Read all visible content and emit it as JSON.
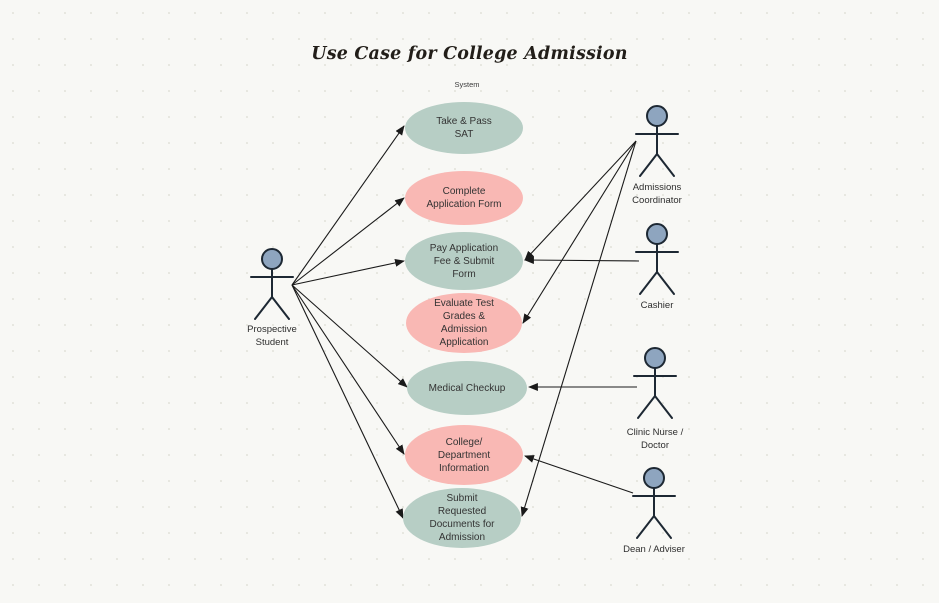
{
  "title": "Use Case for College Admission",
  "system_label": "System",
  "colors": {
    "use_case_green": "#b7cec5",
    "use_case_pink": "#f9b8b4",
    "actor_head_fill": "#8ea5bf",
    "actor_stroke": "#1d2833",
    "connector": "#1a1a1a",
    "background": "#f8f8f5",
    "title_text": "#221e19"
  },
  "actors": [
    {
      "id": "prospective-student",
      "label": "Prospective\nStudent"
    },
    {
      "id": "admissions-coordinator",
      "label": "Admissions\nCoordinator"
    },
    {
      "id": "cashier",
      "label": "Cashier"
    },
    {
      "id": "clinic-nurse-doctor",
      "label": "Clinic Nurse /\nDoctor"
    },
    {
      "id": "dean-adviser",
      "label": "Dean / Adviser"
    }
  ],
  "use_cases": [
    {
      "id": "take-pass-sat",
      "label": "Take & Pass\nSAT",
      "color": "green"
    },
    {
      "id": "complete-application-form",
      "label": "Complete\nApplication Form",
      "color": "pink"
    },
    {
      "id": "pay-application-fee",
      "label": "Pay Application\nFee & Submit\nForm",
      "color": "green"
    },
    {
      "id": "evaluate-test-grades",
      "label": "Evaluate Test\nGrades &\nAdmission\nApplication",
      "color": "pink"
    },
    {
      "id": "medical-checkup",
      "label": "Medical Checkup",
      "color": "green"
    },
    {
      "id": "college-department-information",
      "label": "College/\nDepartment\nInformation",
      "color": "pink"
    },
    {
      "id": "submit-requested-documents",
      "label": "Submit\nRequested\nDocuments for\nAdmission",
      "color": "green"
    }
  ],
  "connections": [
    {
      "from": "prospective-student",
      "to": "take-pass-sat"
    },
    {
      "from": "prospective-student",
      "to": "complete-application-form"
    },
    {
      "from": "prospective-student",
      "to": "pay-application-fee"
    },
    {
      "from": "prospective-student",
      "to": "medical-checkup"
    },
    {
      "from": "prospective-student",
      "to": "college-department-information"
    },
    {
      "from": "prospective-student",
      "to": "submit-requested-documents"
    },
    {
      "from": "admissions-coordinator",
      "to": "pay-application-fee"
    },
    {
      "from": "admissions-coordinator",
      "to": "evaluate-test-grades"
    },
    {
      "from": "admissions-coordinator",
      "to": "submit-requested-documents"
    },
    {
      "from": "cashier",
      "to": "pay-application-fee"
    },
    {
      "from": "clinic-nurse-doctor",
      "to": "medical-checkup"
    },
    {
      "from": "dean-adviser",
      "to": "college-department-information"
    }
  ]
}
